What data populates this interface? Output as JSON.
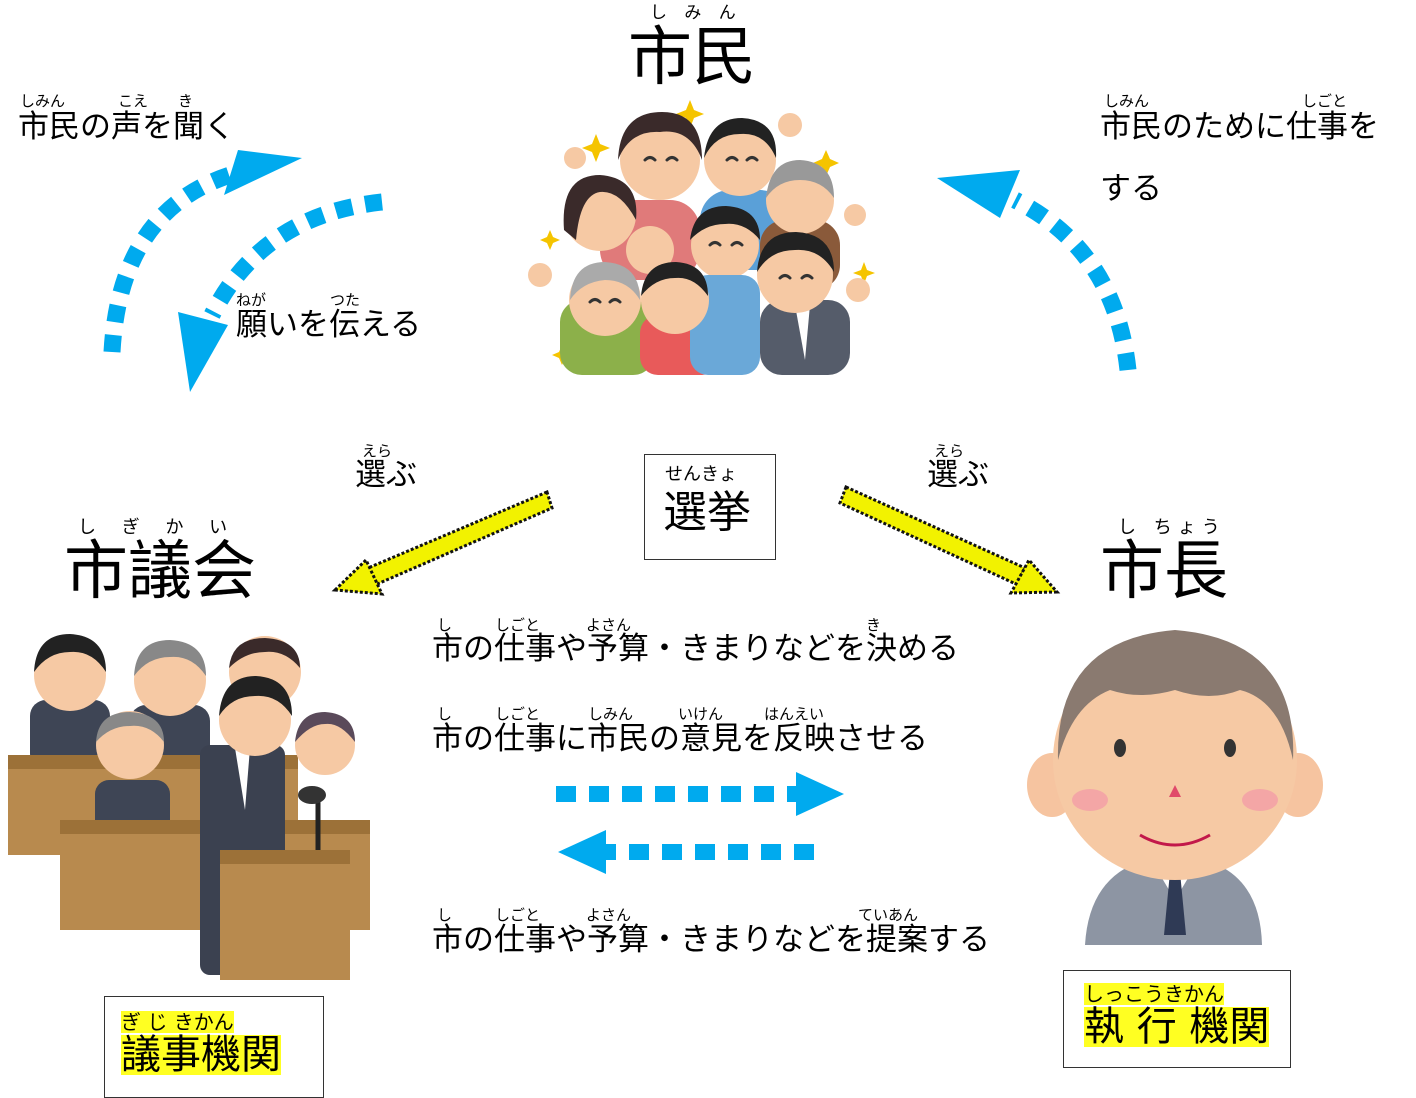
{
  "citizens": {
    "ruby": "し み ん",
    "title": "市民"
  },
  "assembly": {
    "ruby": "し ぎ か い",
    "title": "市議会"
  },
  "mayor": {
    "ruby": "し ちょう",
    "title": "市長"
  },
  "election": {
    "ruby": "せんきょ",
    "label": "選挙"
  },
  "labels": {
    "listen_ruby_1": "しみん",
    "listen_ruby_2": "こえ",
    "listen_ruby_3": "き",
    "listen": "市民の声を聞く",
    "wish_ruby_1": "ねが",
    "wish_ruby_2": "つた",
    "wish": "願いを伝える",
    "work_ruby_1": "しみん",
    "work_ruby_2": "しごと",
    "work_line1": "市民のために仕事を",
    "work_line2": "する",
    "choose_ruby": "えら",
    "choose": "選ぶ"
  },
  "center": {
    "decide_ruby": [
      "し",
      "しごと",
      "よさん",
      "き"
    ],
    "decide": "市の仕事や予算・きまりなどを決める",
    "reflect_ruby": [
      "し",
      "しごと",
      "しみん",
      "いけん",
      "はんえい"
    ],
    "reflect": "市の仕事に市民の意見を反映させる",
    "propose_ruby": [
      "し",
      "しごと",
      "よさん",
      "ていあん"
    ],
    "propose": "市の仕事や予算・きまりなどを提案する"
  },
  "organs": {
    "legislative_ruby": "ぎ じ きかん",
    "legislative": "議事機関",
    "executive_ruby": "しっこうきかん",
    "executive": "執 行 機関"
  },
  "colors": {
    "blue_arrow": "#00aaee",
    "yellow_arrow": "#f2f200",
    "highlight": "#ffff22"
  }
}
